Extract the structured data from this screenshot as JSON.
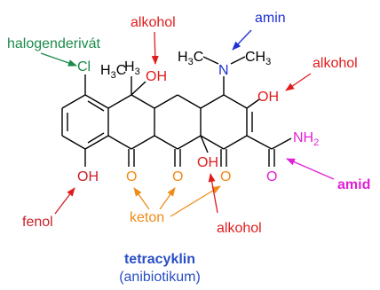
{
  "labels": {
    "halogen": "halogenderivát",
    "amin": "amin",
    "alkohol_top": "alkohol",
    "alkohol_right": "alkohol",
    "alkohol_bottom": "alkohol",
    "amid": "amid",
    "fenol": "fenol",
    "keton": "keton"
  },
  "atoms": {
    "cl": "Cl",
    "oh_top": "OH",
    "oh_right": "OH",
    "oh_middle": "OH",
    "oh_phenol": "OH",
    "n": "N",
    "nh2": "NH",
    "nh2_sub": "2",
    "o_amide": "O",
    "o_keton1": "O",
    "o_keton2": "O",
    "o_keton3": "O",
    "h3c_methyl": "H",
    "h3c_methyl_sub": "3",
    "h3c_methyl_c": "C",
    "h3c_n": "H",
    "h3c_n_sub": "3",
    "h3c_n_c": "C",
    "ch3_c": "C",
    "ch3_h": "H",
    "ch3_sub": "3",
    "ch3_top": "CH"
  },
  "caption": {
    "name": "tetracyklin",
    "subtitle": "(anibiotikum)"
  },
  "colors": {
    "bond": "#000000",
    "halogen": "#1a8a4a",
    "amin": "#1f2fd6",
    "alkohol": "#e01c1c",
    "amid": "#e020d8",
    "fenol": "#c8202a",
    "keton": "#f08a18",
    "caption": "#2a4fc4"
  }
}
